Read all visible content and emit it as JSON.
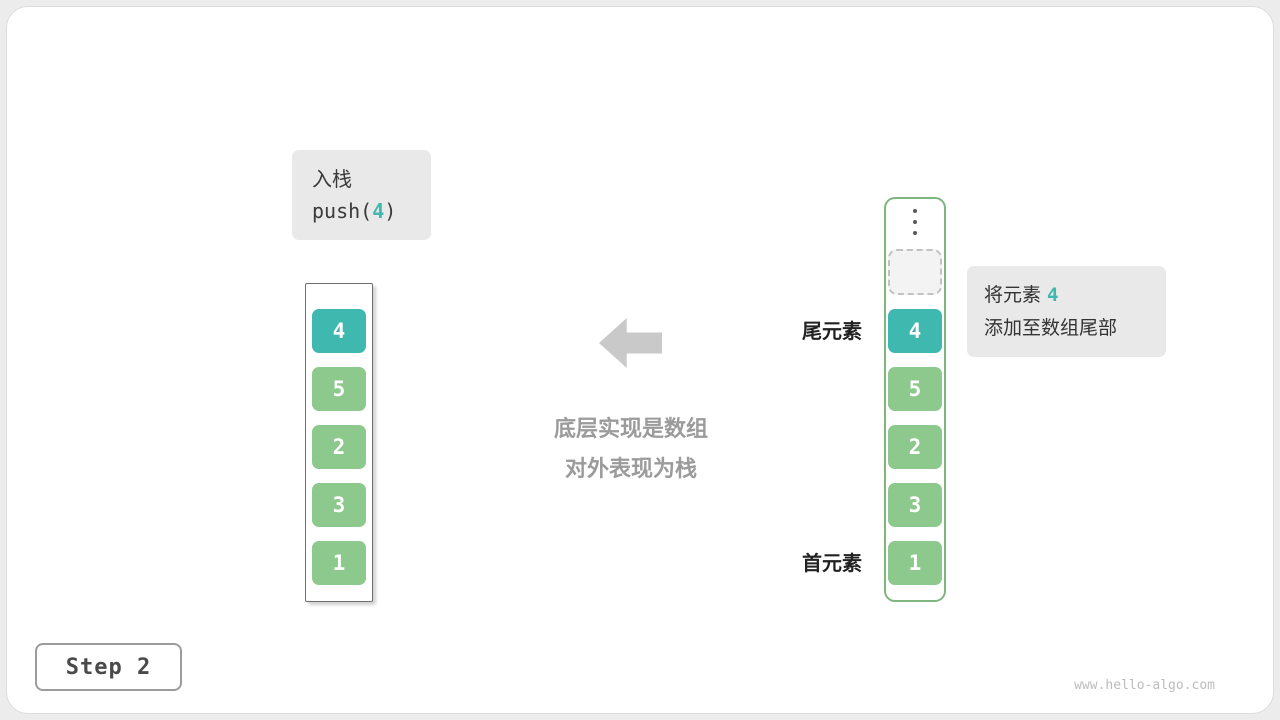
{
  "operation_box": {
    "line1": "入栈",
    "code_prefix": "push(",
    "code_value": "4",
    "code_suffix": ")"
  },
  "left_stack": {
    "cells": [
      {
        "value": "4",
        "highlight": true
      },
      {
        "value": "5",
        "highlight": false
      },
      {
        "value": "2",
        "highlight": false
      },
      {
        "value": "3",
        "highlight": false
      },
      {
        "value": "1",
        "highlight": false
      }
    ]
  },
  "middle": {
    "caption_line1": "底层实现是数组",
    "caption_line2": "对外表现为栈"
  },
  "right_stack": {
    "tail_label": "尾元素",
    "head_label": "首元素",
    "cells": [
      {
        "value": "4",
        "highlight": true
      },
      {
        "value": "5",
        "highlight": false
      },
      {
        "value": "2",
        "highlight": false
      },
      {
        "value": "3",
        "highlight": false
      },
      {
        "value": "1",
        "highlight": false
      }
    ]
  },
  "annotation_box": {
    "line1_prefix": "将元素 ",
    "line1_value": "4",
    "line2": "添加至数组尾部"
  },
  "footer": {
    "step_label": "Step 2",
    "watermark": "www.hello-algo.com"
  },
  "colors": {
    "highlight_teal": "#3fb8af",
    "cell_green": "#8dc88d",
    "container_border_green": "#7fb57f",
    "label_box_gray": "#e9e9e9",
    "arrow_gray": "#c9c9c9"
  },
  "icons": {
    "middle_arrow": "left-arrow",
    "right_stack_top": "vertical-ellipsis"
  }
}
